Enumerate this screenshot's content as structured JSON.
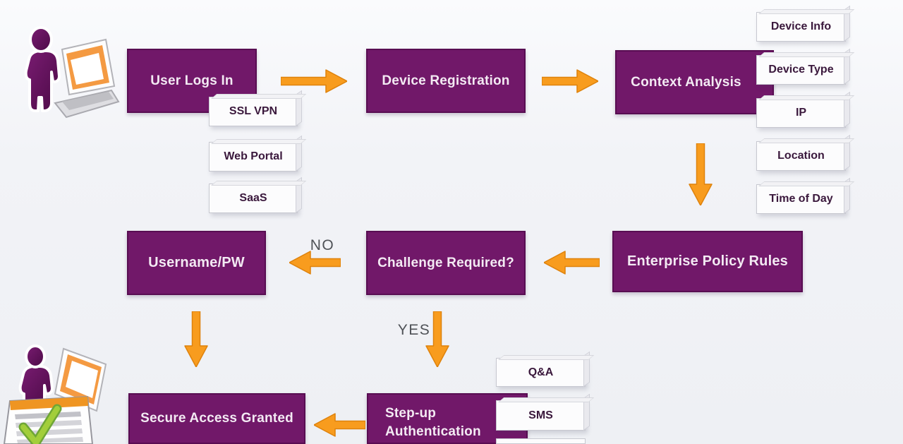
{
  "palette": {
    "node_fill": "#711869",
    "node_border": "#580D52",
    "node_text": "#F3EAF3",
    "arrow_fill": "#F89C1E",
    "arrow_border": "#DE820C",
    "chip_bg": "#FCFCFD",
    "chip_text": "#3A183C",
    "decision_label_text": "#4F5257",
    "background": "#F1F2F6",
    "check_green": "#8DC63F",
    "illustration_orange": "#F49A42",
    "person_purple": "#5E1158"
  },
  "nodes": {
    "user_logs_in": {
      "label": "User Logs In"
    },
    "device_registration": {
      "label": "Device Registration"
    },
    "context_analysis": {
      "label": "Context Analysis"
    },
    "enterprise_policy_rules": {
      "label": "Enterprise Policy Rules"
    },
    "challenge_required": {
      "label": "Challenge Required?"
    },
    "username_pw": {
      "label": "Username/PW"
    },
    "step_up_authentication": {
      "label": "Step-up Authentication"
    },
    "secure_access_granted": {
      "label": "Secure Access Granted"
    }
  },
  "chips": {
    "login_methods": [
      "SSL VPN",
      "Web Portal",
      "SaaS"
    ],
    "context_signals": [
      "Device Info",
      "Device Type",
      "IP",
      "Location",
      "Time of Day"
    ],
    "challenge_methods": [
      "Q&A",
      "SMS"
    ]
  },
  "edge_labels": {
    "no": "NO",
    "yes": "YES"
  },
  "icons": {
    "top_left": "person-with-laptop-icon",
    "bottom_left": "person-with-checklist-laptop-icon"
  }
}
